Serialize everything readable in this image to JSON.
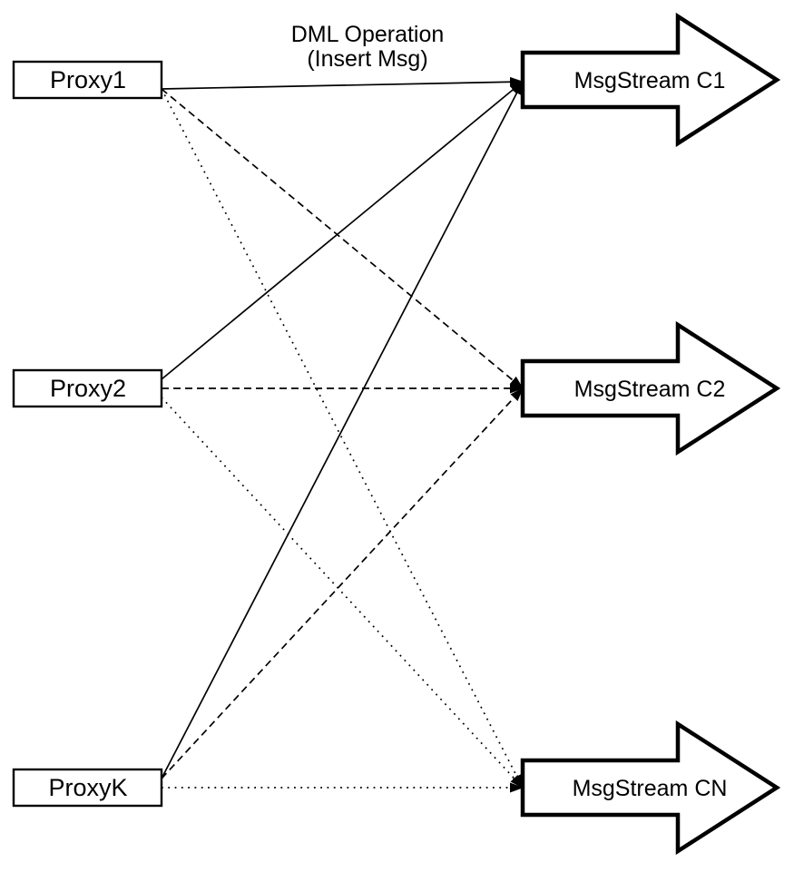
{
  "diagram": {
    "title": {
      "line1": "DML Operation",
      "line2": "(Insert Msg)"
    },
    "proxies": [
      {
        "id": "p1",
        "label": "Proxy1"
      },
      {
        "id": "p2",
        "label": "Proxy2"
      },
      {
        "id": "pk",
        "label": "ProxyK"
      }
    ],
    "streams": [
      {
        "id": "c1",
        "label": "MsgStream C1"
      },
      {
        "id": "c2",
        "label": "MsgStream C2"
      },
      {
        "id": "cn",
        "label": "MsgStream CN"
      }
    ],
    "edges": [
      {
        "from": "p1",
        "to": "c1",
        "style": "solid"
      },
      {
        "from": "p2",
        "to": "c1",
        "style": "solid"
      },
      {
        "from": "pk",
        "to": "c1",
        "style": "solid"
      },
      {
        "from": "p1",
        "to": "c2",
        "style": "dashed"
      },
      {
        "from": "p2",
        "to": "c2",
        "style": "dashed"
      },
      {
        "from": "pk",
        "to": "c2",
        "style": "dashed"
      },
      {
        "from": "p1",
        "to": "cn",
        "style": "dotted"
      },
      {
        "from": "p2",
        "to": "cn",
        "style": "dotted"
      },
      {
        "from": "pk",
        "to": "cn",
        "style": "dotted"
      }
    ],
    "colors": {
      "stroke": "#000000",
      "fill": "#ffffff"
    }
  }
}
